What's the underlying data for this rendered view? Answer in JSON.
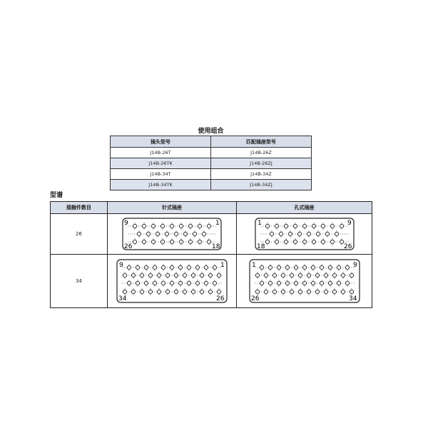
{
  "combo": {
    "title": "使用组合",
    "headers": [
      "插头型号",
      "匹配插座型号"
    ],
    "rows": [
      [
        "J14B-26T",
        "J14B-26Z"
      ],
      [
        "J14B-26TK",
        "J14B-26ZJ"
      ],
      [
        "J14B-34T",
        "J14B-34Z"
      ],
      [
        "J14B-34TK",
        "J14B-34ZJ"
      ]
    ]
  },
  "types": {
    "title": "型谱",
    "headers": [
      "接触件数目",
      "针式插座",
      "孔式插座"
    ],
    "rows": [
      {
        "count": "26",
        "pin": {
          "tl": "9",
          "tr": "1",
          "bl": "26",
          "br": "18"
        },
        "socket": {
          "tl": "1",
          "tr": "9",
          "bl": "18",
          "br": "26"
        }
      },
      {
        "count": "34",
        "pin": {
          "tl": "9",
          "tr": "1",
          "bl": "34",
          "br": "26"
        },
        "socket": {
          "tl": "1",
          "tr": "9",
          "bl": "26",
          "br": "34"
        }
      }
    ]
  }
}
